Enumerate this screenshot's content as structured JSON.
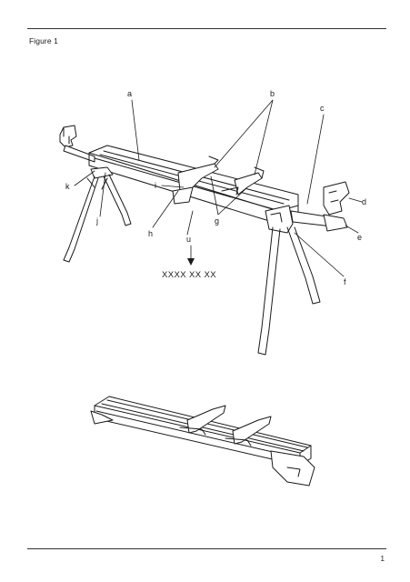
{
  "header": {
    "figure_title": "Figure 1"
  },
  "footer": {
    "page_number": "1"
  },
  "callouts": {
    "a": "a",
    "b": "b",
    "c": "c",
    "d": "d",
    "e": "e",
    "f": "f",
    "g": "g",
    "h": "h",
    "i": "i",
    "j": "j",
    "k": "k",
    "u": "u"
  },
  "serial_code": "XXXX XX XX"
}
